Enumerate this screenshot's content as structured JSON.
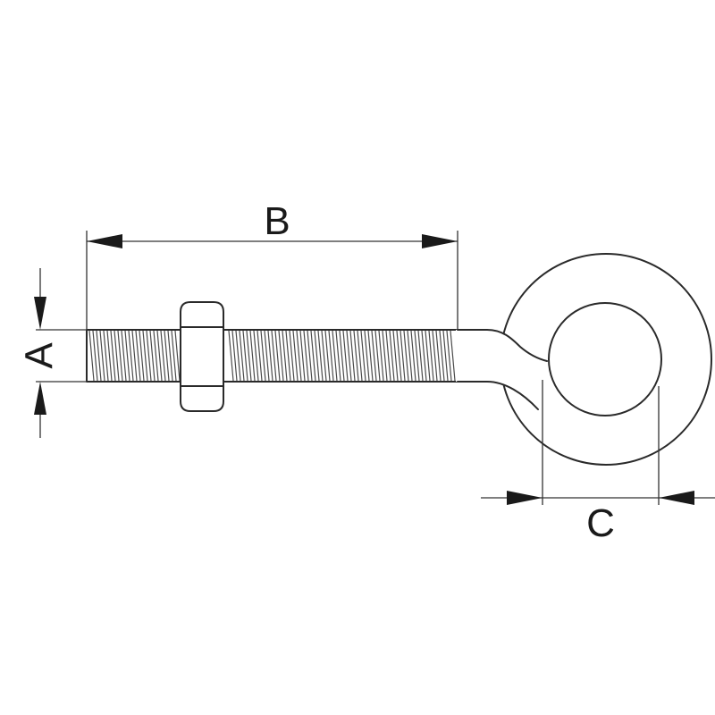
{
  "labels": {
    "diameter": "A",
    "length": "B",
    "eye_inner": "C"
  }
}
